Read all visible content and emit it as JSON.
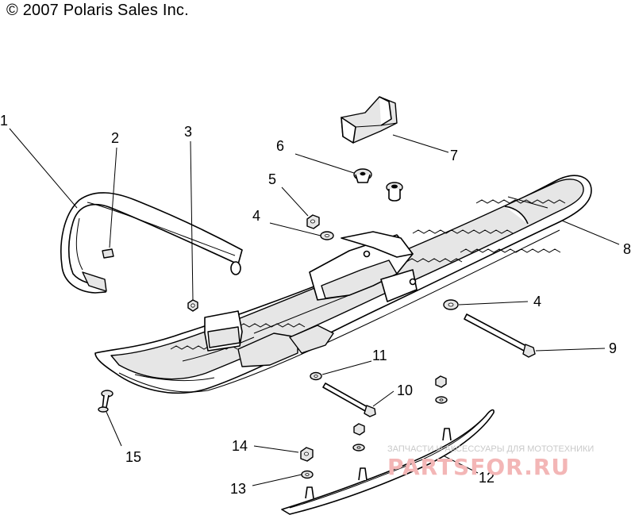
{
  "copyright": "© 2007 Polaris Sales Inc.",
  "callouts": [
    {
      "id": "1",
      "label": "1"
    },
    {
      "id": "2",
      "label": "2"
    },
    {
      "id": "3",
      "label": "3"
    },
    {
      "id": "4a",
      "label": "4"
    },
    {
      "id": "4b",
      "label": "4"
    },
    {
      "id": "5",
      "label": "5"
    },
    {
      "id": "6",
      "label": "6"
    },
    {
      "id": "7",
      "label": "7"
    },
    {
      "id": "8",
      "label": "8"
    },
    {
      "id": "9",
      "label": "9"
    },
    {
      "id": "10",
      "label": "10"
    },
    {
      "id": "11",
      "label": "11"
    },
    {
      "id": "12",
      "label": "12"
    },
    {
      "id": "13",
      "label": "13"
    },
    {
      "id": "14",
      "label": "14"
    },
    {
      "id": "15",
      "label": "15"
    }
  ],
  "watermark": {
    "top_text": "ЗАПЧАСТИ И АКСЕССУАРЫ ДЛЯ МОТОТЕХНИКИ",
    "main_text": "PARTSFOR.RU"
  }
}
